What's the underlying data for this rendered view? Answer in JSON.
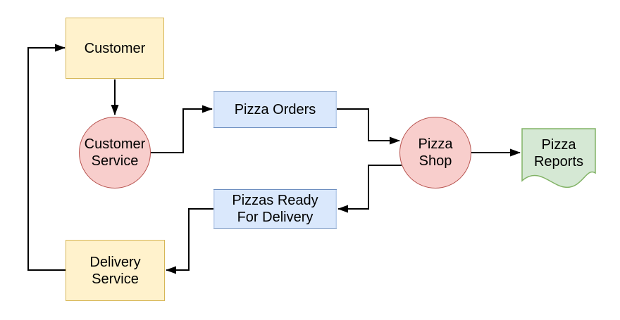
{
  "diagram_type": "data-flow-diagram",
  "arrow_color": "#000000",
  "text_color": "#000000",
  "nodes": {
    "customer": {
      "lines": [
        "Customer"
      ],
      "shape": "rectangle",
      "role": "external-entity",
      "fill": "#fff2cc",
      "stroke": "#d6b656"
    },
    "customer_service": {
      "lines": [
        "Customer",
        "Service"
      ],
      "shape": "circle",
      "role": "process",
      "fill": "#f8cecc",
      "stroke": "#b85450"
    },
    "pizza_orders": {
      "lines": [
        "Pizza Orders"
      ],
      "shape": "data-store",
      "role": "data-store",
      "fill": "#dae8fc",
      "stroke": "#6c8ebf"
    },
    "pizza_shop": {
      "lines": [
        "Pizza",
        "Shop"
      ],
      "shape": "circle",
      "role": "process",
      "fill": "#f8cecc",
      "stroke": "#b85450"
    },
    "pizza_reports": {
      "lines": [
        "Pizza",
        "Reports"
      ],
      "shape": "document",
      "role": "output-document",
      "fill": "#d5e8d4",
      "stroke": "#82b366"
    },
    "pizzas_ready": {
      "lines": [
        "Pizzas Ready",
        "For Delivery"
      ],
      "shape": "data-store",
      "role": "data-store",
      "fill": "#dae8fc",
      "stroke": "#6c8ebf"
    },
    "delivery_service": {
      "lines": [
        "Delivery",
        "Service"
      ],
      "shape": "rectangle",
      "role": "external-entity",
      "fill": "#fff2cc",
      "stroke": "#d6b656"
    }
  },
  "edges": [
    {
      "from": "customer",
      "to": "customer_service"
    },
    {
      "from": "customer_service",
      "to": "pizza_orders"
    },
    {
      "from": "pizza_orders",
      "to": "pizza_shop"
    },
    {
      "from": "pizza_shop",
      "to": "pizza_reports"
    },
    {
      "from": "pizza_shop",
      "to": "pizzas_ready"
    },
    {
      "from": "pizzas_ready",
      "to": "delivery_service"
    },
    {
      "from": "delivery_service",
      "to": "customer"
    }
  ]
}
